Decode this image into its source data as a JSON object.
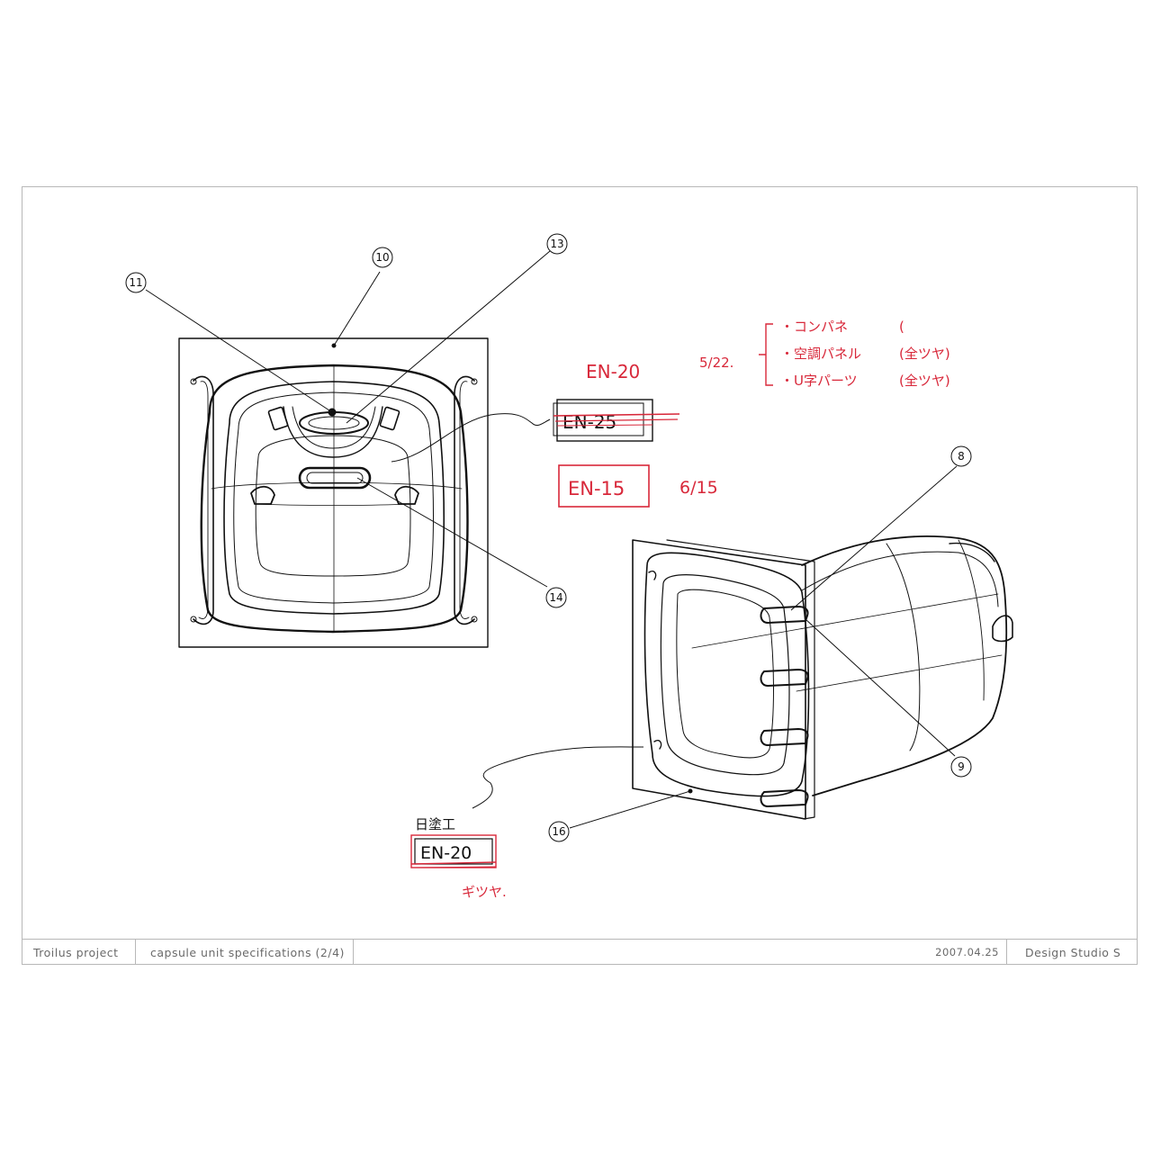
{
  "footer": {
    "project": "Troilus project",
    "spec": "capsule unit specifications (2/4)",
    "date": "2007.04.25",
    "studio": "Design Studio S"
  },
  "callouts": {
    "c8": "8",
    "c9": "9",
    "c10": "10",
    "c11": "11",
    "c13": "13",
    "c14": "14",
    "c16": "16"
  },
  "annotations": {
    "en20_top": "EN-20",
    "en25_box": "EN-25",
    "en15_box": "EN-15",
    "date_615": "6/15",
    "date_522": "5/22.",
    "list_item1": "・コンパネ",
    "list_item1_paren": "(",
    "list_item2": "・空調パネル",
    "list_item2_paren": "(全ツヤ)",
    "list_item3": "・U字パーツ",
    "list_item3_paren": "(全ツヤ)",
    "nittoko": "日塗工",
    "en20_bottom": "EN-20",
    "gloss": "ギツヤ."
  },
  "colors": {
    "ink": "#111111",
    "red_pen": "#d8283a",
    "frame": "#b8b8b8",
    "footer_text": "#6a6a6a"
  }
}
